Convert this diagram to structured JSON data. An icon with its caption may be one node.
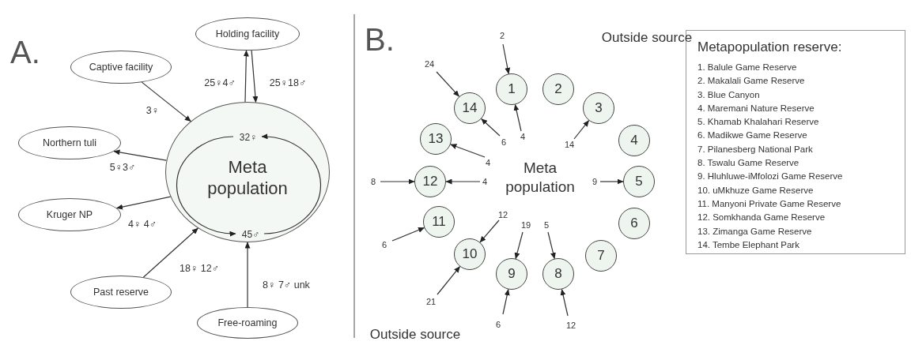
{
  "diagram": {
    "nodes": [
      {
        "text": [
          "Holding facility"
        ]
      },
      {
        "text": [
          "Captive facility"
        ]
      },
      {
        "text": [
          "Northern tuli"
        ]
      },
      {
        "text": [
          "Meta population"
        ]
      },
      {
        "text": [
          "32♀"
        ],
        "in": 3
      },
      {
        "text": [
          "45♂"
        ],
        "in": 3
      },
      {
        "text": [
          "Kruger NP"
        ]
      },
      {
        "text": [
          "Past reserve"
        ]
      },
      {
        "text": [
          "Free-roaming"
        ]
      },
      {
        "text": [
          "1"
        ]
      },
      {
        "text": [
          "2"
        ]
      },
      {
        "text": [
          "3"
        ]
      },
      {
        "text": [
          "4"
        ]
      },
      {
        "text": [
          "5"
        ]
      },
      {
        "text": [
          "6"
        ]
      },
      {
        "text": [
          "7"
        ]
      },
      {
        "text": [
          "8"
        ]
      },
      {
        "text": [
          "9"
        ]
      },
      {
        "text": [
          "10"
        ]
      },
      {
        "text": [
          "11"
        ]
      },
      {
        "text": [
          "12"
        ]
      },
      {
        "text": [
          "13"
        ]
      },
      {
        "text": [
          "14"
        ]
      },
      {
        "text": [
          "Metapopulation reserve:",
          "1. Balule Game Reserve",
          "2. Makalali Game Reserve",
          "3. Blue Canyon",
          "4. Maremani Nature Reserve",
          "5. Khamab Khalahari Reserve",
          "6. Madikwe Game Reserve",
          "7. Pilanesberg National Park",
          "8. Tswalu Game Reserve",
          "9. Hluhluwe-iMfolozi Game Reserve",
          "10. uMkhuze Game Reserve",
          "11. Manyoni Private Game Reserve",
          "12. Somkhanda Game Reserve",
          "13. Zimanga Game Reserve",
          "14. Tembe Elephant Park"
        ]
      }
    ],
    "edges": [
      {
        "from": 3,
        "to": 0,
        "arrow": "to",
        "label": "25♀4♂"
      },
      {
        "from": 0,
        "to": 3,
        "arrow": "to",
        "label": "25♀18♂"
      },
      {
        "from": 1,
        "to": 3,
        "arrow": "to",
        "label": "3♀"
      },
      {
        "from": 3,
        "to": 2,
        "arrow": "to",
        "label": "5♀3♂"
      },
      {
        "from": 3,
        "to": 6,
        "arrow": "to",
        "label": "4♀ 4♂"
      },
      {
        "from": 7,
        "to": 3,
        "arrow": "to",
        "label": "18♀ 12♂"
      },
      {
        "from": 8,
        "to": 3,
        "arrow": "to",
        "label": "8♀ 7♂ unk"
      },
      {
        "from": 4,
        "to": 5,
        "arrow": "to"
      },
      {
        "from": 5,
        "to": 4,
        "arrow": "to"
      },
      {
        "from": null,
        "to": 9,
        "arrow": "to",
        "label": "2"
      },
      {
        "from": null,
        "to": 22,
        "arrow": "to",
        "label": "24"
      },
      {
        "from": null,
        "to": 20,
        "arrow": "to",
        "label": "8"
      },
      {
        "from": null,
        "to": 19,
        "arrow": "to",
        "label": "6"
      },
      {
        "from": null,
        "to": 18,
        "arrow": "to",
        "label": "21"
      },
      {
        "from": null,
        "to": 17,
        "arrow": "to",
        "label": "6"
      },
      {
        "from": null,
        "to": 16,
        "arrow": "to",
        "label": "12"
      },
      {
        "from": null,
        "to": 9,
        "arrow": "to",
        "label": "4"
      },
      {
        "from": null,
        "to": 22,
        "arrow": "to",
        "label": "6"
      },
      {
        "from": null,
        "to": 21,
        "arrow": "to",
        "label": "4"
      },
      {
        "from": null,
        "to": 20,
        "arrow": "to",
        "label": "4"
      },
      {
        "from": null,
        "to": 11,
        "arrow": "to",
        "label": "14"
      },
      {
        "from": null,
        "to": 13,
        "arrow": "to",
        "label": "9"
      },
      {
        "from": null,
        "to": 18,
        "arrow": "to",
        "label": "12"
      },
      {
        "from": null,
        "to": 17,
        "arrow": "to",
        "label": "19"
      },
      {
        "from": null,
        "to": 16,
        "arrow": "to",
        "label": "5"
      }
    ],
    "labels": [
      "A.",
      "B.",
      "Outside source",
      "Meta population",
      "Outside source"
    ]
  }
}
